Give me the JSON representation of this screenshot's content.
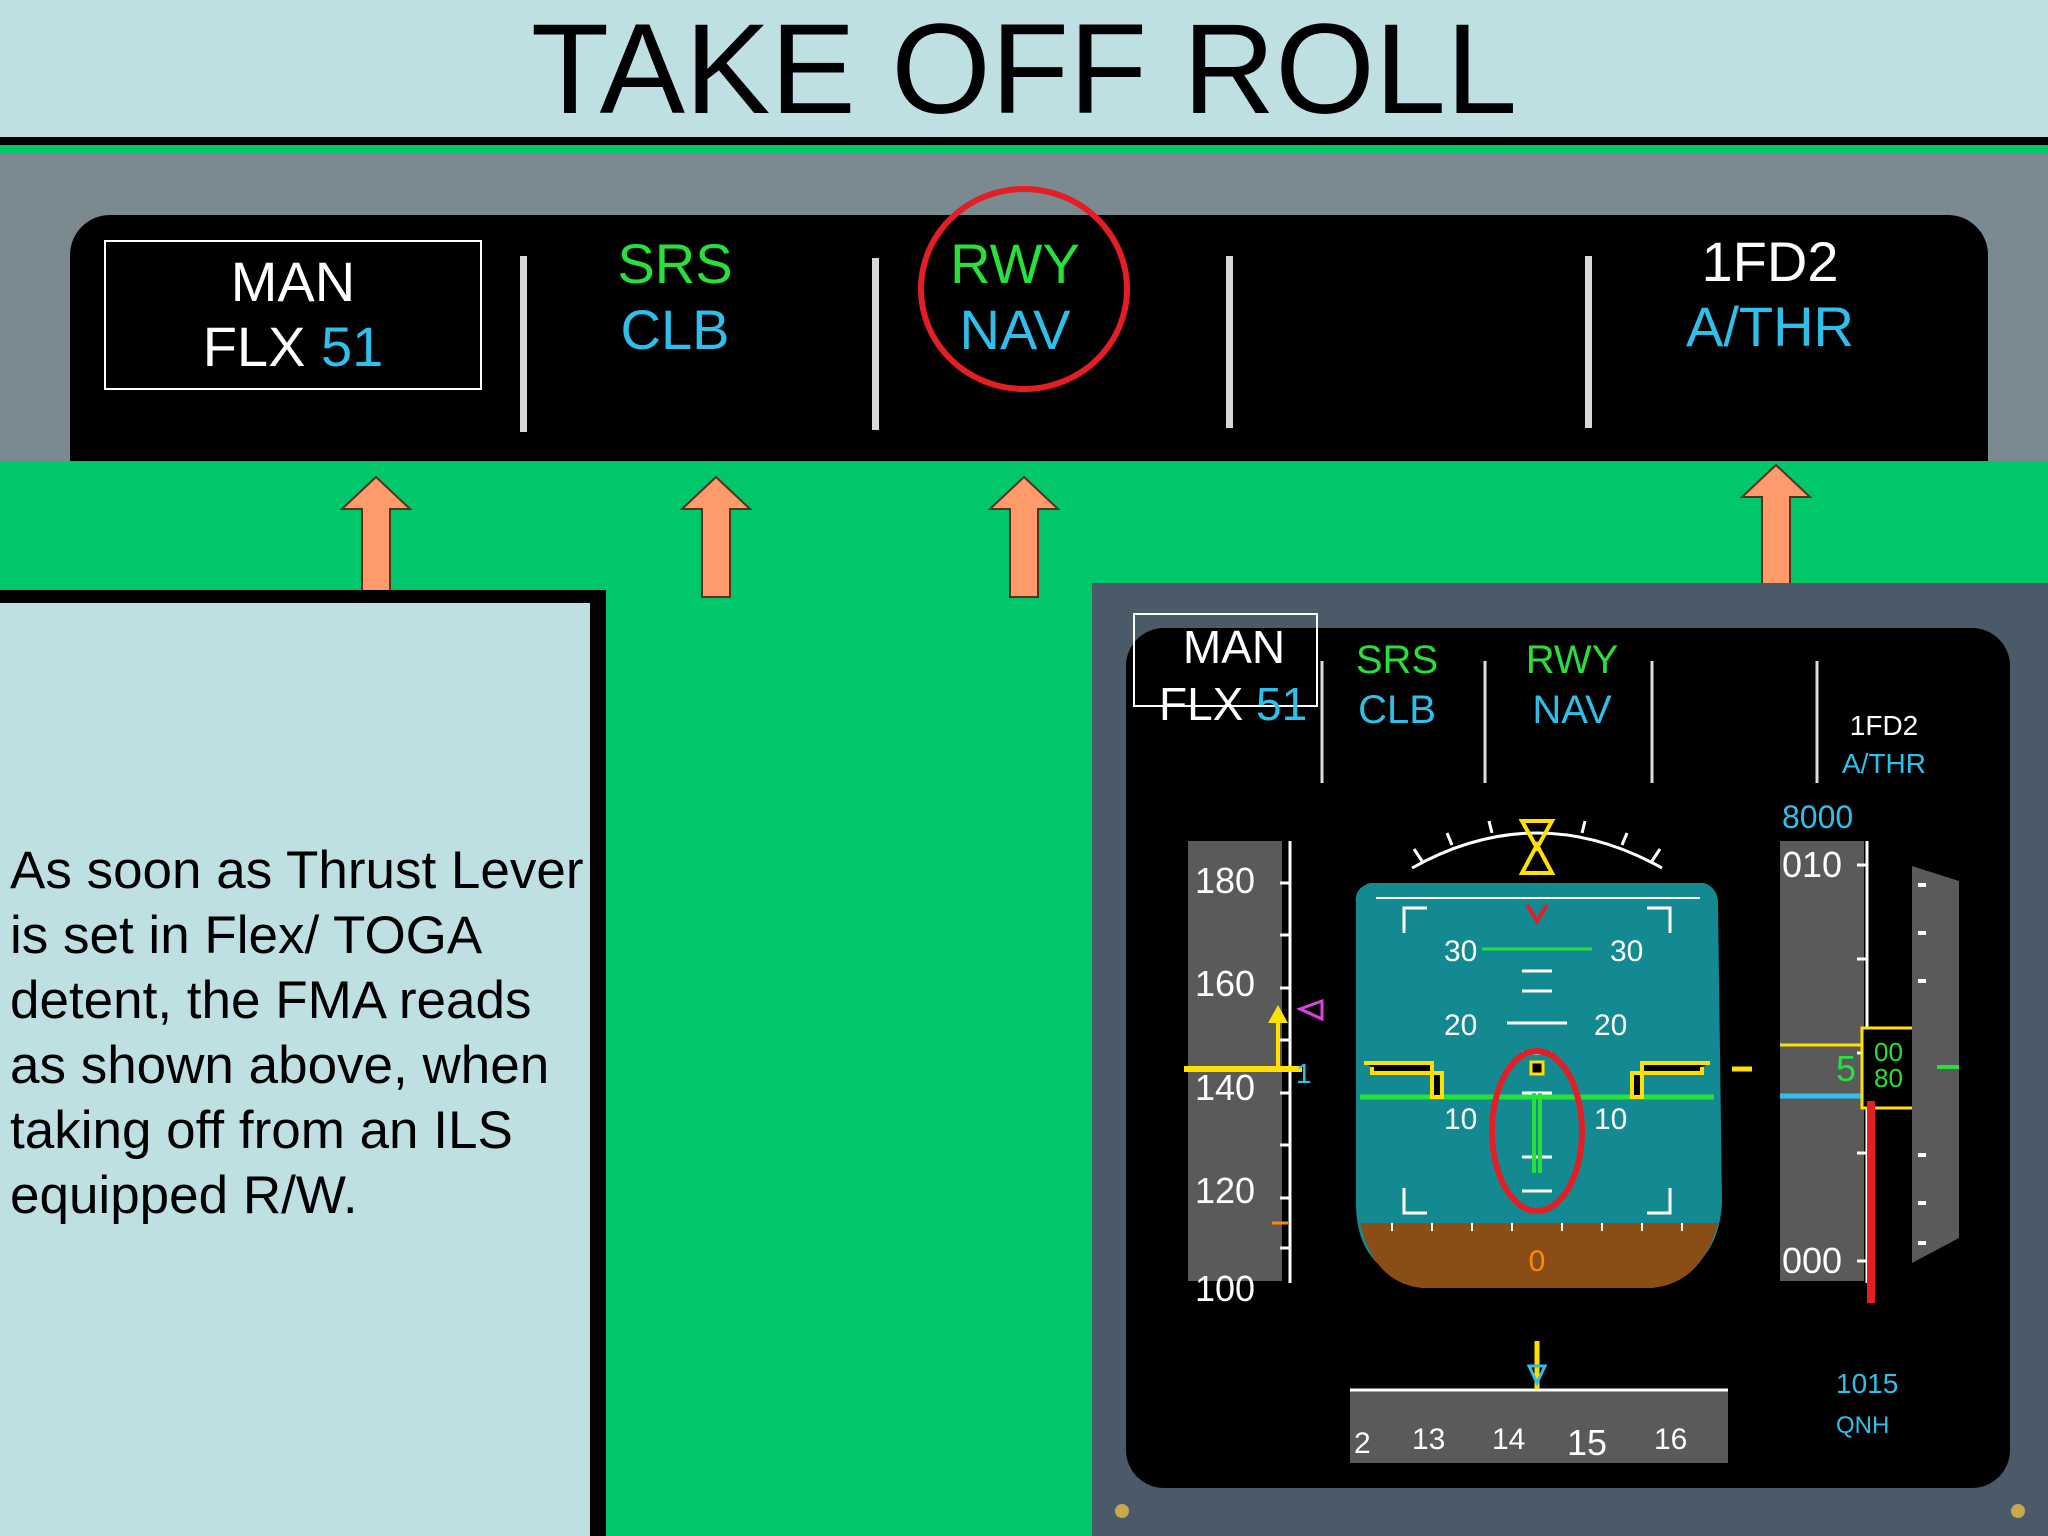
{
  "title": "TAKE OFF ROLL",
  "fma": {
    "col1": {
      "line1": "MAN",
      "line2_prefix": "FLX ",
      "line2_value": "51"
    },
    "col2": {
      "line1": "SRS",
      "line2": "CLB"
    },
    "col3": {
      "line1": "RWY",
      "line2": "NAV"
    },
    "col5": {
      "line1": "1FD2",
      "line2": "A/THR"
    }
  },
  "description": "As soon as Thrust Lever is set in Flex/ TOGA detent, the FMA reads as shown above, when taking off from an ILS equipped R/W.",
  "pfd": {
    "fma": {
      "col1": {
        "line1": "MAN",
        "line2_prefix": "FLX ",
        "line2_value": "51"
      },
      "col2": {
        "line1": "SRS",
        "line2": "CLB"
      },
      "col3": {
        "line1": "RWY",
        "line2": "NAV"
      },
      "col5": {
        "line1": "1FD2",
        "line2": "A/THR"
      }
    },
    "speed_ticks": [
      "180",
      "160",
      "140",
      "120",
      "100"
    ],
    "pitch_labels": [
      "30",
      "30",
      "20",
      "20",
      "10",
      "10"
    ],
    "altitude": {
      "target": "8000",
      "upper": "010",
      "lower": "000",
      "digits_upper": "00",
      "digits_lower": "80",
      "current_hundreds": "5"
    },
    "heading_ticks": [
      "2",
      "13",
      "14",
      "15",
      "16"
    ],
    "baro": {
      "value": "1015",
      "label": "QNH"
    },
    "heading_mark": "0",
    "speed_trend_value": "1"
  },
  "colors": {
    "background": "#00c86a",
    "title_bg": "#bfe0e3",
    "arrow": "#ff9a6a",
    "circle": "#e31e25",
    "fma_green": "#28e03a",
    "fma_cyan": "#2ec0ea",
    "sky": "#138a91",
    "ground": "#8a4d16"
  }
}
